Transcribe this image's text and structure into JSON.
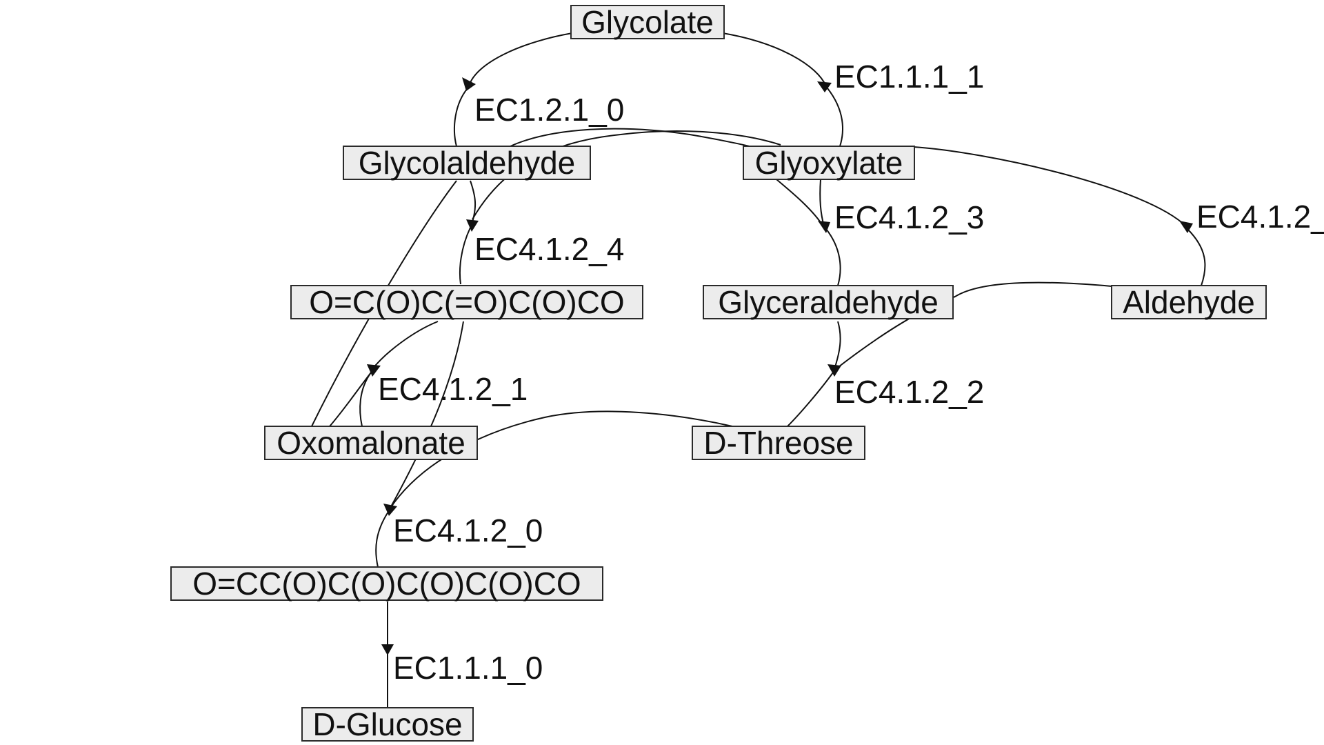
{
  "diagram": {
    "nodes": {
      "glycolate": "Glycolate",
      "glycolaldehyde": "Glycolaldehyde",
      "glyoxylate": "Glyoxylate",
      "oxo_acid": "O=C(O)C(=O)C(O)CO",
      "glyceraldehyde": "Glyceraldehyde",
      "aldehyde": "Aldehyde",
      "oxomalonate": "Oxomalonate",
      "d_threose": "D-Threose",
      "hexose_smiles": "O=CC(O)C(O)C(O)C(O)CO",
      "d_glucose": "D-Glucose"
    },
    "reactions": {
      "ec1_2_1_0": "EC1.2.1_0",
      "ec1_1_1_1": "EC1.1.1_1",
      "ec4_1_2_4": "EC4.1.2_4",
      "ec4_1_2_3": "EC4.1.2_3",
      "ec4_1_2_5": "EC4.1.2_",
      "ec4_1_2_1": "EC4.1.2_1",
      "ec4_1_2_2": "EC4.1.2_2",
      "ec4_1_2_0": "EC4.1.2_0",
      "ec1_1_1_0": "EC1.1.1_0"
    }
  }
}
